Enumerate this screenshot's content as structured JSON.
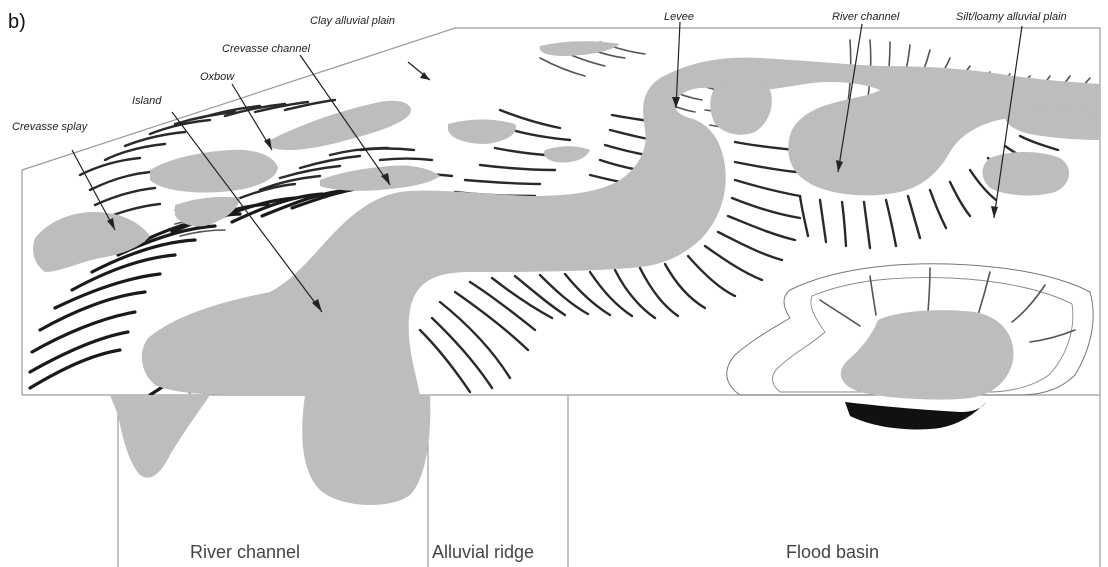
{
  "panel_label": "b)",
  "annotations": {
    "clay_alluvial_plain": "Clay alluvial plain",
    "crevasse_channel": "Crevasse channel",
    "oxbow": "Oxbow",
    "island": "Island",
    "crevasse_splay": "Crevasse splay",
    "levee": "Levee",
    "river_channel": "River channel",
    "silt_loamy_plain": "Silt/loamy alluvial plain"
  },
  "sections": {
    "river_channel": "River channel",
    "alluvial_ridge": "Alluvial ridge",
    "flood_basin": "Flood basin"
  },
  "colors": {
    "water": "#bdbdbd",
    "hatch": "#2a2a2a",
    "frame": "#9a9a9a",
    "peat": "#111111"
  }
}
